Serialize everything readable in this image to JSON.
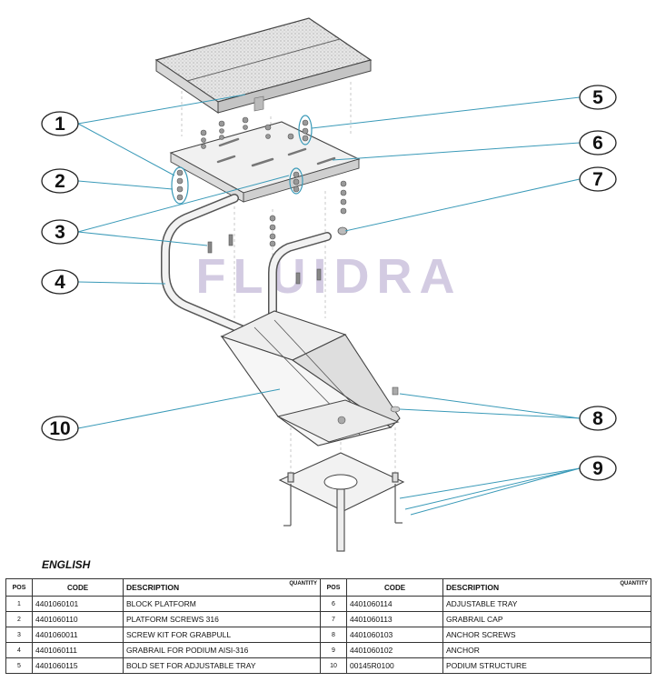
{
  "diagram": {
    "watermark": "FLUIDRA",
    "callouts": [
      "1",
      "2",
      "3",
      "4",
      "5",
      "6",
      "7",
      "8",
      "9",
      "10"
    ]
  },
  "table": {
    "language_heading": "ENGLISH",
    "headers": {
      "pos": "POS",
      "code": "CODE",
      "description": "DESCRIPTION",
      "quantity": "QUANTITY"
    },
    "rows": [
      {
        "left": {
          "pos": "1",
          "code": "4401060101",
          "description": "BLOCK PLATFORM"
        },
        "right": {
          "pos": "6",
          "code": "4401060114",
          "description": "ADJUSTABLE TRAY"
        }
      },
      {
        "left": {
          "pos": "2",
          "code": "4401060110",
          "description": "PLATFORM SCREWS 316"
        },
        "right": {
          "pos": "7",
          "code": "4401060113",
          "description": "GRABRAIL CAP"
        }
      },
      {
        "left": {
          "pos": "3",
          "code": "4401060011",
          "description": "SCREW KIT FOR GRABPULL"
        },
        "right": {
          "pos": "8",
          "code": "4401060103",
          "description": "ANCHOR SCREWS"
        }
      },
      {
        "left": {
          "pos": "4",
          "code": "4401060111",
          "description": "GRABRAIL FOR PODIUM AISI-316"
        },
        "right": {
          "pos": "9",
          "code": "4401060102",
          "description": "ANCHOR"
        }
      },
      {
        "left": {
          "pos": "5",
          "code": "4401060115",
          "description": "BOLD SET FOR ADJUSTABLE TRAY"
        },
        "right": {
          "pos": "10",
          "code": "00145R0100",
          "description": "PODIUM STRUCTURE"
        }
      }
    ]
  }
}
